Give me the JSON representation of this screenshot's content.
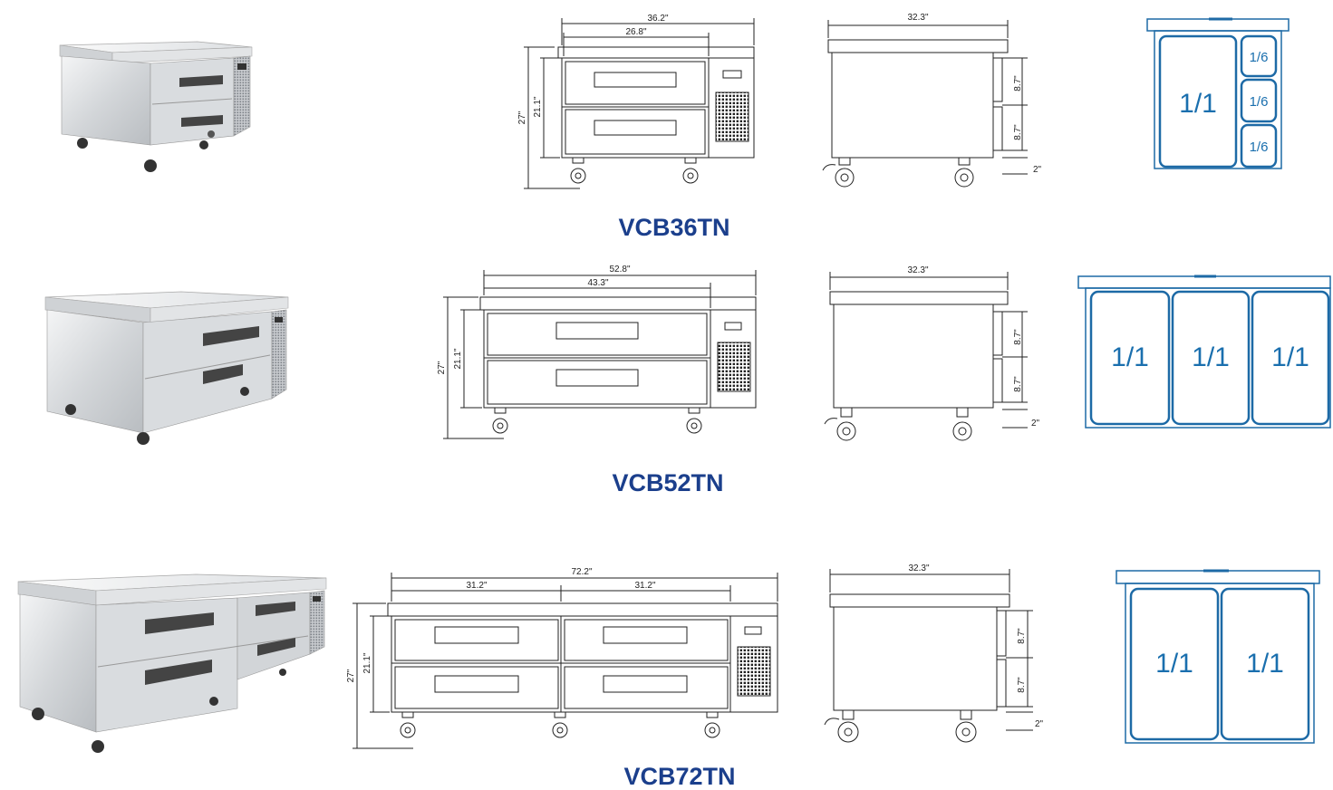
{
  "colors": {
    "model_text": "#1b3f8c",
    "pan_stroke": "#1d6aa6",
    "steel_light": "#e6e8ea",
    "steel_dark": "#9aa0a6"
  },
  "icons": [
    "wheel-icon",
    "drawer-handle-icon",
    "vent-grille-icon",
    "control-panel-icon"
  ],
  "products": [
    {
      "model": "VCB36TN",
      "front": {
        "overall_width": "36.2\"",
        "drawer_width": "26.8\"",
        "height": "27\"",
        "inner_height": "21.1\""
      },
      "side": {
        "depth": "32.3\"",
        "drawer_height_top": "8.7\"",
        "drawer_height_bottom": "8.7\"",
        "caster": "2\""
      },
      "pans": [
        "1/1",
        "1/6",
        "1/6",
        "1/6"
      ]
    },
    {
      "model": "VCB52TN",
      "front": {
        "overall_width": "52.8\"",
        "drawer_width": "43.3\"",
        "height": "27\"",
        "inner_height": "21.1\""
      },
      "side": {
        "depth": "32.3\"",
        "drawer_height_top": "8.7\"",
        "drawer_height_bottom": "8.7\"",
        "caster": "2\""
      },
      "pans": [
        "1/1",
        "1/1",
        "1/1"
      ]
    },
    {
      "model": "VCB72TN",
      "front": {
        "overall_width": "72.2\"",
        "drawer_width_left": "31.2\"",
        "drawer_width_right": "31.2\"",
        "height": "27\"",
        "inner_height": "21.1\""
      },
      "side": {
        "depth": "32.3\"",
        "drawer_height_top": "8.7\"",
        "drawer_height_bottom": "8.7\"",
        "caster": "2\""
      },
      "pans": [
        "1/1",
        "1/1"
      ]
    }
  ]
}
